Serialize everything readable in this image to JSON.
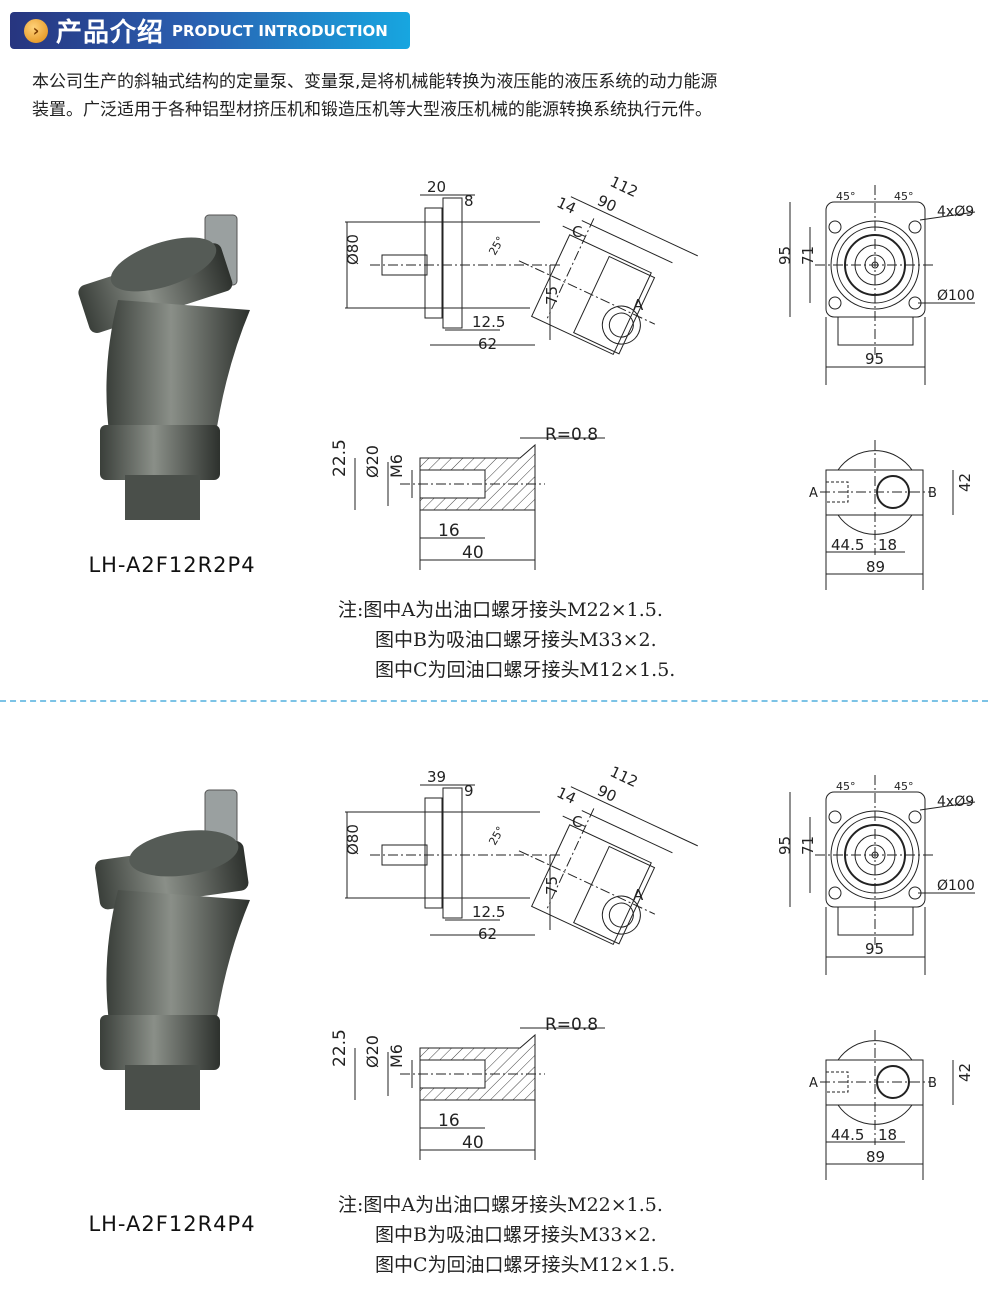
{
  "header": {
    "title_cn": "产品介绍",
    "title_en": "PRODUCT INTRODUCTION",
    "icon": "chevron-right-icon"
  },
  "intro": [
    "本公司生产的斜轴式结构的定量泵、变量泵,是将机械能转换为液压能的液压系统的动力能源",
    "装置。广泛适用于各种铝型材挤压机和锻造压机等大型液压机械的能源转换系统执行元件。"
  ],
  "products": [
    {
      "model": "LH-A2F12R2P4",
      "side": {
        "d1": "20",
        "d2": "8",
        "d112": "112",
        "d90": "90",
        "d14": "14",
        "c": "C",
        "ang": "25°",
        "dia": "Ø80",
        "d75": "75",
        "a": "A",
        "d125": "12.5",
        "d62": "62"
      },
      "shaft": {
        "r": "R=0.8",
        "d225": "22.5",
        "dia": "Ø20",
        "m6": "M6",
        "d16": "16",
        "d40": "40"
      },
      "front": {
        "a1": "45°",
        "a2": "45°",
        "holes": "4xØ9",
        "h95": "95",
        "h71": "71",
        "pcd": "Ø100",
        "w95": "95"
      },
      "port": {
        "a": "A",
        "b": "B",
        "d42": "42",
        "d445": "44.5",
        "d18": "18",
        "d89": "89"
      },
      "notes": [
        "注:图中A为出油口螺牙接头M22×1.5.",
        "图中B为吸油口螺牙接头M33×2.",
        "图中C为回油口螺牙接头M12×1.5."
      ]
    },
    {
      "model": "LH-A2F12R4P4",
      "side": {
        "d1": "39",
        "d2": "9",
        "d112": "112",
        "d90": "90",
        "d14": "14",
        "c": "C",
        "ang": "25°",
        "dia": "Ø80",
        "d75": "75",
        "a": "A",
        "d125": "12.5",
        "d62": "62"
      },
      "shaft": {
        "r": "R=0.8",
        "d225": "22.5",
        "dia": "Ø20",
        "m6": "M6",
        "d16": "16",
        "d40": "40"
      },
      "front": {
        "a1": "45°",
        "a2": "45°",
        "holes": "4xØ9",
        "h95": "95",
        "h71": "71",
        "pcd": "Ø100",
        "w95": "95"
      },
      "port": {
        "a": "A",
        "b": "B",
        "d42": "42",
        "d445": "44.5",
        "d18": "18",
        "d89": "89"
      },
      "notes": [
        "注:图中A为出油口螺牙接头M22×1.5.",
        "图中B为吸油口螺牙接头M33×2.",
        "图中C为回油口螺牙接头M12×1.5."
      ]
    }
  ]
}
